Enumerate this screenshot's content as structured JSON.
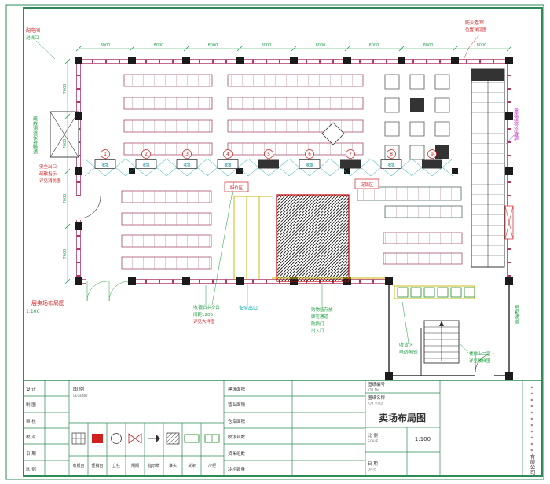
{
  "sheet": {
    "company": "***********有限公司"
  },
  "plan": {
    "stand_label": "收银",
    "lane_numbers": [
      "1",
      "2",
      "3",
      "4",
      "5",
      "6",
      "7",
      "8",
      "9"
    ],
    "tag_left": "特价区",
    "tag_right": "促销区"
  },
  "dims": {
    "top": [
      "8000",
      "8000",
      "8000",
      "8000",
      "8000",
      "8000",
      "8000",
      "8000"
    ],
    "left": [
      "7000",
      "7000",
      "7000",
      "7000"
    ]
  },
  "annotations": {
    "top_left_red": "配电间",
    "top_left_green": "进线口",
    "top_right_red_1": "防火卷帘",
    "top_right_red_2": "位置详见图",
    "left_green_vertical": "疏散通道保持畅通",
    "left_red_1": "安全出口",
    "left_red_2": "疏散指示",
    "left_red_3": "详见消防图",
    "right_magenta_vertical": "靠墙组合冷藏柜",
    "right_green_vertical": "后勤通道",
    "plan_title": "一层卖场布局图",
    "plan_scale": "1:100",
    "checkout_1": "收银台共9台",
    "checkout_2": "间距1200",
    "checkout_3": "详见大样图",
    "exit_label": "安全出口",
    "entry_1": "购物篮存放",
    "entry_2": "顾客通道",
    "entry_3": "防损门",
    "entry_4": "出入口",
    "receiving_1": "收货区",
    "receiving_2": "电动卷帘门",
    "stair_1": "楼梯上二层",
    "stair_2": "详见楼梯图"
  },
  "legend": {
    "header": "图 例",
    "header_en": "LEGEND",
    "items": [
      {
        "label": "收银台"
      },
      {
        "label": "促销台"
      },
      {
        "label": "立柱"
      },
      {
        "label": "闸阀"
      },
      {
        "label": "指示牌"
      },
      {
        "label": "堆头"
      },
      {
        "label": "货架"
      },
      {
        "label": "冷柜"
      }
    ]
  },
  "title_block": {
    "rows_a": [
      {
        "label": "设 计"
      },
      {
        "label": "制 图"
      },
      {
        "label": "审 核"
      },
      {
        "label": "校 对"
      },
      {
        "label": "日 期"
      },
      {
        "label": "比 例"
      }
    ],
    "rows_c": [
      {
        "label": "建筑面积"
      },
      {
        "label": "营业面积"
      },
      {
        "label": "仓库面积"
      },
      {
        "label": "收银台数"
      },
      {
        "label": "货架组数"
      },
      {
        "label": "冷柜数量"
      }
    ],
    "job_no_label": "图纸编号",
    "job_no_en": "JOB No.",
    "job_title_label": "图纸名称",
    "job_title_en": "JOB TITLE",
    "drawing_title": "卖场布局图",
    "scale_label": "比 例",
    "scale_en": "SCALE",
    "scale_value": "1:100",
    "date_label": "日 期",
    "date_en": "DATE"
  }
}
